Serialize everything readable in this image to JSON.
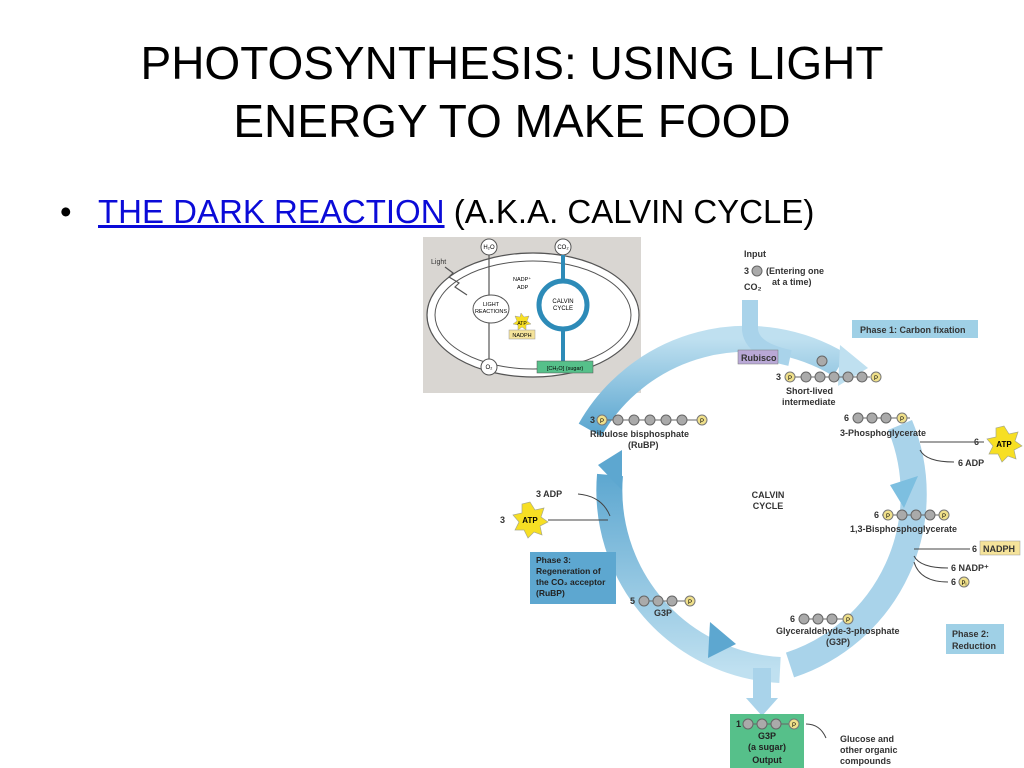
{
  "slide": {
    "title_line1": "PHOTOSYNTHESIS: USING LIGHT",
    "title_line2": "ENERGY TO MAKE FOOD",
    "bullet_symbol": "•",
    "bullet_link": "THE DARK REACTION",
    "bullet_rest": "(A.K.A. CALVIN CYCLE)"
  },
  "inset": {
    "light": "Light",
    "h2o": "H₂O",
    "co2": "CO₂",
    "nadp": "NADP⁺",
    "adp": "ADP",
    "light_reactions_1": "LIGHT",
    "light_reactions_2": "REACTIONS",
    "atp": "ATP",
    "nadph": "NADPH",
    "calvin_1": "CALVIN",
    "calvin_2": "CYCLE",
    "o2": "O₂",
    "sugar": "[CH₂O] (sugar)"
  },
  "cycle": {
    "input_label": "Input",
    "input_count": "3",
    "input_note_1": "(Entering one",
    "input_note_2": "at a time)",
    "co2": "CO₂",
    "phase1": "Phase 1: Carbon fixation",
    "rubisco": "Rubisco",
    "short_lived_count": "3",
    "short_lived_1": "Short-lived",
    "short_lived_2": "intermediate",
    "pga_count": "6",
    "pga_name": "3-Phosphoglycerate",
    "atp_in_count": "6",
    "atp": "ATP",
    "adp_out_6": "6 ADP",
    "bpg_count": "6",
    "bpg_name": "1,3-Bisphosphoglycerate",
    "nadph_count": "6",
    "nadph": "NADPH",
    "nadp_out": "6 NADP⁺",
    "pi_count": "6",
    "pi": "Pᵢ",
    "g3p6_count": "6",
    "g3p6_name_1": "Glyceraldehyde-3-phosphate",
    "g3p6_name_2": "(G3P)",
    "phase2_1": "Phase 2:",
    "phase2_2": "Reduction",
    "center_1": "CALVIN",
    "center_2": "CYCLE",
    "rubp_count": "3",
    "rubp_name_1": "Ribulose bisphosphate",
    "rubp_name_2": "(RuBP)",
    "adp_out_3": "3 ADP",
    "atp_in3_count": "3",
    "phase3_1": "Phase 3:",
    "phase3_2": "Regeneration of",
    "phase3_3": "the CO₂ acceptor",
    "phase3_4": "(RuBP)",
    "g3p5_count": "5",
    "g3p5_name": "G3P",
    "output_count": "1",
    "output_g3p": "G3P",
    "output_sugar": "(a sugar)",
    "output_label": "Output",
    "glucose_1": "Glucose and",
    "glucose_2": "other organic",
    "glucose_3": "compounds",
    "p": "P"
  },
  "colors": {
    "link": "#0b0bd8",
    "arrow_blue": "#5da7d0",
    "arrow_light": "#bfe0f0",
    "phase_box": "#9fd0e6",
    "rubisco_box": "#b9a8d6",
    "atp_star": "#f7df23",
    "nadph_box": "#f5e39a",
    "output_box": "#56c08a",
    "inset_bg": "#d9d6d2",
    "calvin_ring": "#2d8bb8"
  }
}
